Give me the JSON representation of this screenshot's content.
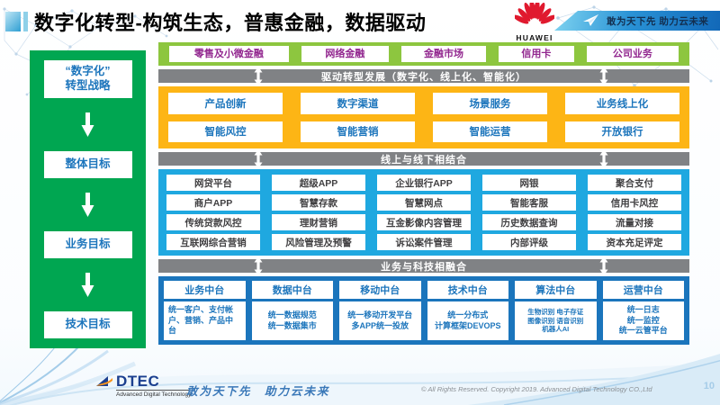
{
  "slide": {
    "title": "数字化转型-构筑生态，普惠金融，数据驱动",
    "page_number": "10"
  },
  "header": {
    "huawei_wordmark": "HUAWEI",
    "banner_slogan": "敢为天下先 助力云未来"
  },
  "strategy_sidebar": {
    "items": [
      {
        "label": "“数字化”\n转型战略"
      },
      {
        "label": "整体目标"
      },
      {
        "label": "业务目标"
      },
      {
        "label": "技术目标"
      }
    ]
  },
  "business_lines": {
    "items": [
      "零售及小微金融",
      "网络金融",
      "金融市场",
      "信用卡",
      "公司业务"
    ]
  },
  "connector_bars": {
    "bar1": "驱动转型发展（数字化、线上化、智能化）",
    "bar2": "线上与线下相结合",
    "bar3": "业务与科技相融合"
  },
  "digital_capabilities": {
    "rows": [
      [
        "产品创新",
        "数字渠道",
        "场景服务",
        "业务线上化"
      ],
      [
        "智能风控",
        "智能营销",
        "智能运营",
        "开放银行"
      ]
    ]
  },
  "channel_platforms": {
    "rows": [
      [
        "网贷平台",
        "超级APP",
        "企业银行APP",
        "网银",
        "聚合支付"
      ],
      [
        "商户APP",
        "智慧存款",
        "智慧网点",
        "智能客服",
        "信用卡风控"
      ],
      [
        "传统贷款风控",
        "理财营销",
        "互金影像内容管理",
        "历史数据查询",
        "流量对接"
      ],
      [
        "互联网综合营销",
        "风险管理及预警",
        "诉讼案件管理",
        "内部评级",
        "资本充足评定"
      ]
    ]
  },
  "middle_platforms": {
    "columns": [
      {
        "header": "业务中台",
        "detail": "统一客户、支付帐户、营销、产品中台"
      },
      {
        "header": "数据中台",
        "detail": "统一数据规范\n统一数据集市"
      },
      {
        "header": "移动中台",
        "detail": "统一移动开发平台\n多APP统一投放"
      },
      {
        "header": "技术中台",
        "detail": "统一分布式\n计算框架DEVOPS"
      },
      {
        "header": "算法中台",
        "detail": "生物识别 电子存证\n图像识别 语音识别\n机器人AI"
      },
      {
        "header": "运营中台",
        "detail": "统一日志\n统一监控\n统一云管平台"
      }
    ]
  },
  "footer": {
    "logo_text": "DTEC",
    "logo_subtext": "Advanced Digital Technology",
    "slogan": "敢为天下先　助力云未来",
    "copyright": "© All Rights Reserved. Copyright 2019. Advanced Digital Technology CO.,Ltd"
  },
  "colors": {
    "sidebar_green": "#00A651",
    "business_green": "#8DC63F",
    "business_text_purple": "#92278F",
    "bar_gray": "#808285",
    "capability_yellow": "#FDB515",
    "platform_blue": "#1FA8E0",
    "middle_blue": "#1B75BC",
    "blue_text": "#1C75BC",
    "huawei_red": "#E0192E"
  }
}
